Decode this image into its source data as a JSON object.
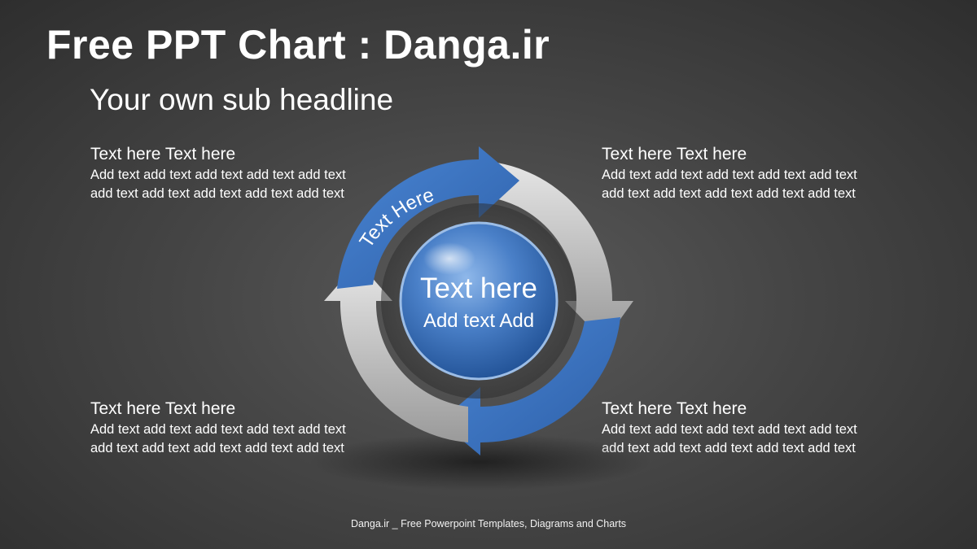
{
  "title": "Free PPT Chart : Danga.ir",
  "subtitle": "Your own sub headline",
  "blocks": [
    {
      "heading": "Text here Text here",
      "lines": [
        "Add text add text add text add text add text",
        "add text add text add text add text add text"
      ]
    },
    {
      "heading": "Text here Text here",
      "lines": [
        "Add text add text add text add text add text",
        "add text add text add text add text add text"
      ]
    },
    {
      "heading": "Text here Text here",
      "lines": [
        "Add text add text add text add text add text",
        "add text add text add text add text add text"
      ]
    },
    {
      "heading": "Text here Text here",
      "lines": [
        "Add text add text add text add text add text",
        "add text add text add text add text add text"
      ]
    }
  ],
  "diagram": {
    "arrow_label": "Text Here",
    "center_title": "Text here",
    "center_text": "Add text Add"
  },
  "footer": "Danga.ir _ Free Powerpoint Templates, Diagrams and Charts",
  "colors": {
    "blue": "#3f78c4",
    "gray": "#c8c8c8",
    "text": "#ffffff"
  }
}
